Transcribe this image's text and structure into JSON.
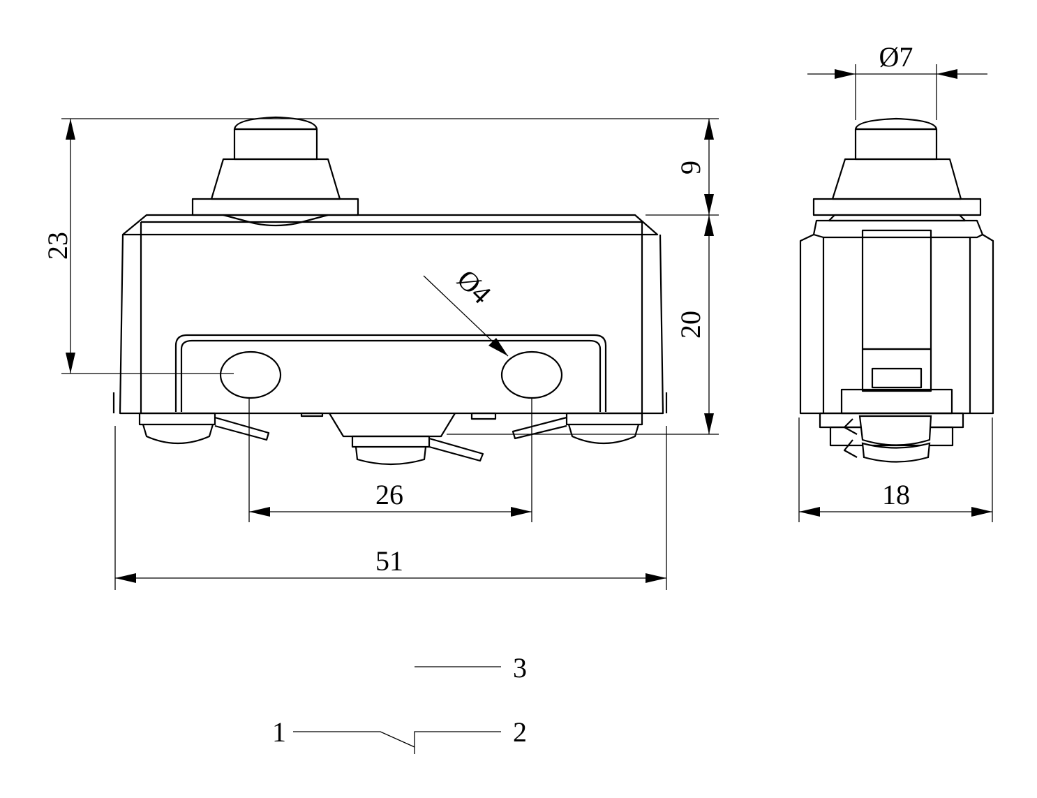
{
  "drawing": {
    "front_view": {
      "dim_total_height": "23",
      "dim_plunger_height": "9",
      "dim_body_height": "20",
      "dim_hole_spacing": "26",
      "dim_total_length": "51",
      "dim_hole_diameter": "Ø4"
    },
    "side_view": {
      "dim_plunger_diameter": "Ø7",
      "dim_width": "18"
    },
    "schematic": {
      "terminal_common": "1",
      "terminal_nc": "2",
      "terminal_no": "3"
    }
  }
}
